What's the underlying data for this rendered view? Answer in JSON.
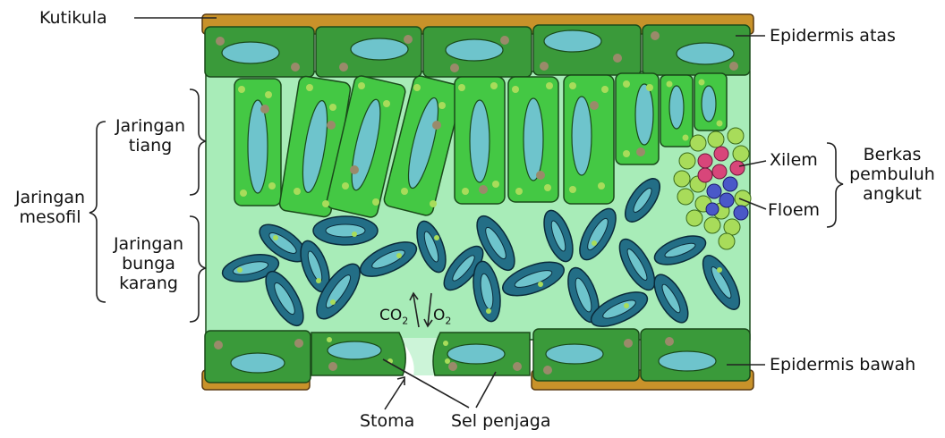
{
  "diagram": {
    "labels": {
      "cuticle": "Kutikula",
      "upper_epidermis": "Epidermis atas",
      "palisade_line1": "Jaringan",
      "palisade_line2": "tiang",
      "mesophyll_line1": "Jaringan",
      "mesophyll_line2": "mesofil",
      "spongy_line1": "Jaringan",
      "spongy_line2": "bunga",
      "spongy_line3": "karang",
      "xylem": "Xilem",
      "phloem": "Floem",
      "bundle_line1": "Berkas",
      "bundle_line2": "pembuluh",
      "bundle_line3": "angkut",
      "lower_epidermis": "Epidermis bawah",
      "stoma": "Stoma",
      "guard_cells": "Sel penjaga",
      "co2": "CO",
      "co2_sub": "2",
      "o2": "O",
      "o2_sub": "2"
    },
    "colors": {
      "cuticle": "#c8922a",
      "epidermis": "#3a9a3a",
      "mesophyll_bg": "#a8ecb8",
      "palisade": "#44c844",
      "vacuole": "#6ec4cc",
      "spongy": "#236e86",
      "xylem": "#d8467a",
      "phloem": "#4a58c8",
      "chloroplast": "#a8dc5a"
    }
  }
}
